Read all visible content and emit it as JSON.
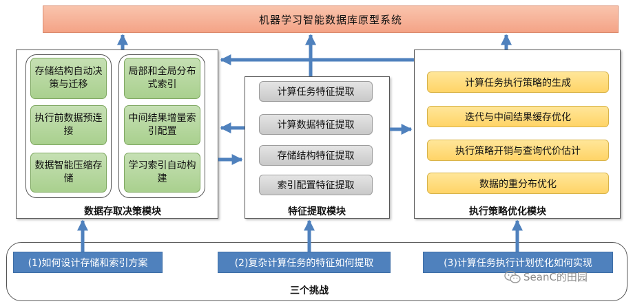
{
  "system": {
    "title": "机器学习智能数据库原型系统"
  },
  "modules": {
    "storage": {
      "title": "数据存取决策模块",
      "left_group": [
        "存储结构自动决策与迁移",
        "执行前数据预连接",
        "数据智能压缩存储"
      ],
      "right_group": [
        "局部和全局分布式索引",
        "中间结果增量索引配置",
        "学习索引自动构建"
      ]
    },
    "feature": {
      "title": "特征提取模块",
      "items": [
        "计算任务特征提取",
        "计算数据特征提取",
        "存储结构特征提取",
        "索引配置特征提取"
      ]
    },
    "exec": {
      "title": "执行策略优化模块",
      "items": [
        "计算任务执行策略的生成",
        "迭代与中间结果缓存优化",
        "执行策略开销与查询代价估计",
        "数据的重分布优化"
      ]
    }
  },
  "challenges": {
    "title": "三个挑战",
    "items": [
      "(1)如何设计存储和索引方案",
      "(2)复杂计算任务的特征如何提取",
      "(3)计算任务执行计划优化如何实现"
    ]
  },
  "watermark": {
    "text": "SeanC的田园"
  },
  "colors": {
    "banner": "#f4a386",
    "green_box": "#a9d08e",
    "grey_box": "#c9c9c9",
    "yellow_box": "#ffd467",
    "blue_box": "#4f81bd",
    "arrow": "#4f81bd"
  }
}
